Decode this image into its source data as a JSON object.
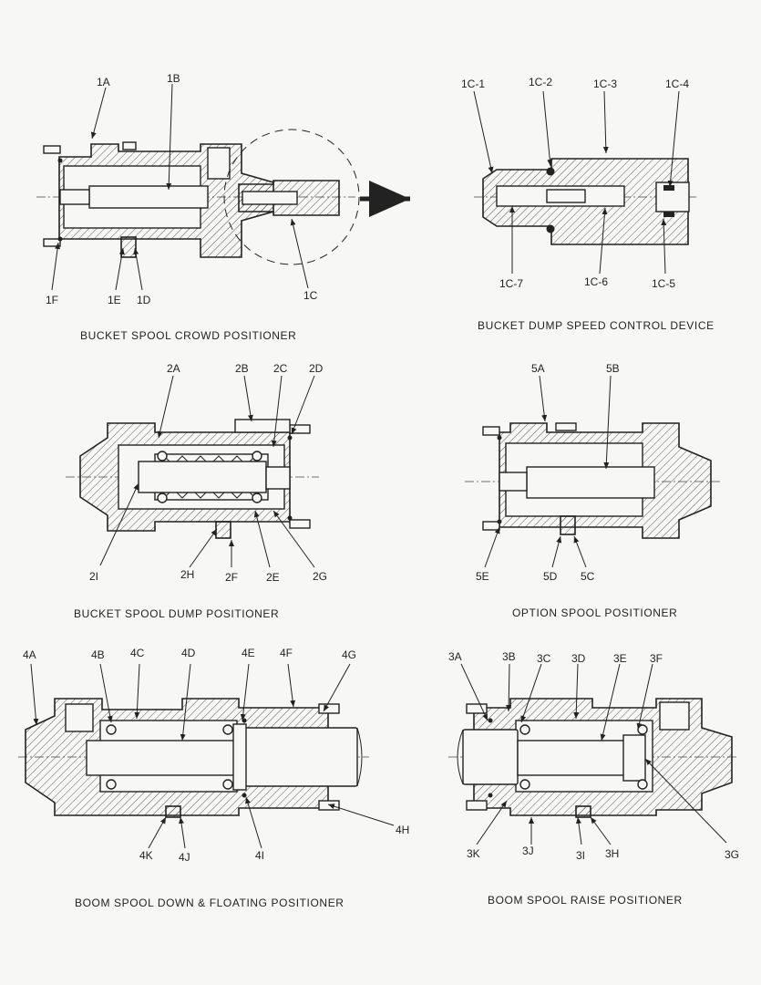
{
  "diagrams": [
    {
      "caption": "BUCKET SPOOL CROWD POSITIONER",
      "labels": [
        "1A",
        "1B",
        "1C",
        "1D",
        "1E",
        "1F"
      ]
    },
    {
      "caption": "BUCKET DUMP SPEED CONTROL DEVICE",
      "labels": [
        "1C-1",
        "1C-2",
        "1C-3",
        "1C-4",
        "1C-5",
        "1C-6",
        "1C-7"
      ]
    },
    {
      "caption": "BUCKET SPOOL DUMP POSITIONER",
      "labels": [
        "2A",
        "2B",
        "2C",
        "2D",
        "2E",
        "2F",
        "2G",
        "2H",
        "2I"
      ]
    },
    {
      "caption": "OPTION SPOOL POSITIONER",
      "labels": [
        "5A",
        "5B",
        "5C",
        "5D",
        "5E"
      ]
    },
    {
      "caption": "BOOM SPOOL DOWN & FLOATING POSITIONER",
      "labels": [
        "4A",
        "4B",
        "4C",
        "4D",
        "4E",
        "4F",
        "4G",
        "4H",
        "4I",
        "4J",
        "4K"
      ]
    },
    {
      "caption": "BOOM SPOOL RAISE POSITIONER",
      "labels": [
        "3A",
        "3B",
        "3C",
        "3D",
        "3E",
        "3F",
        "3G",
        "3H",
        "3I",
        "3J",
        "3K"
      ]
    }
  ]
}
